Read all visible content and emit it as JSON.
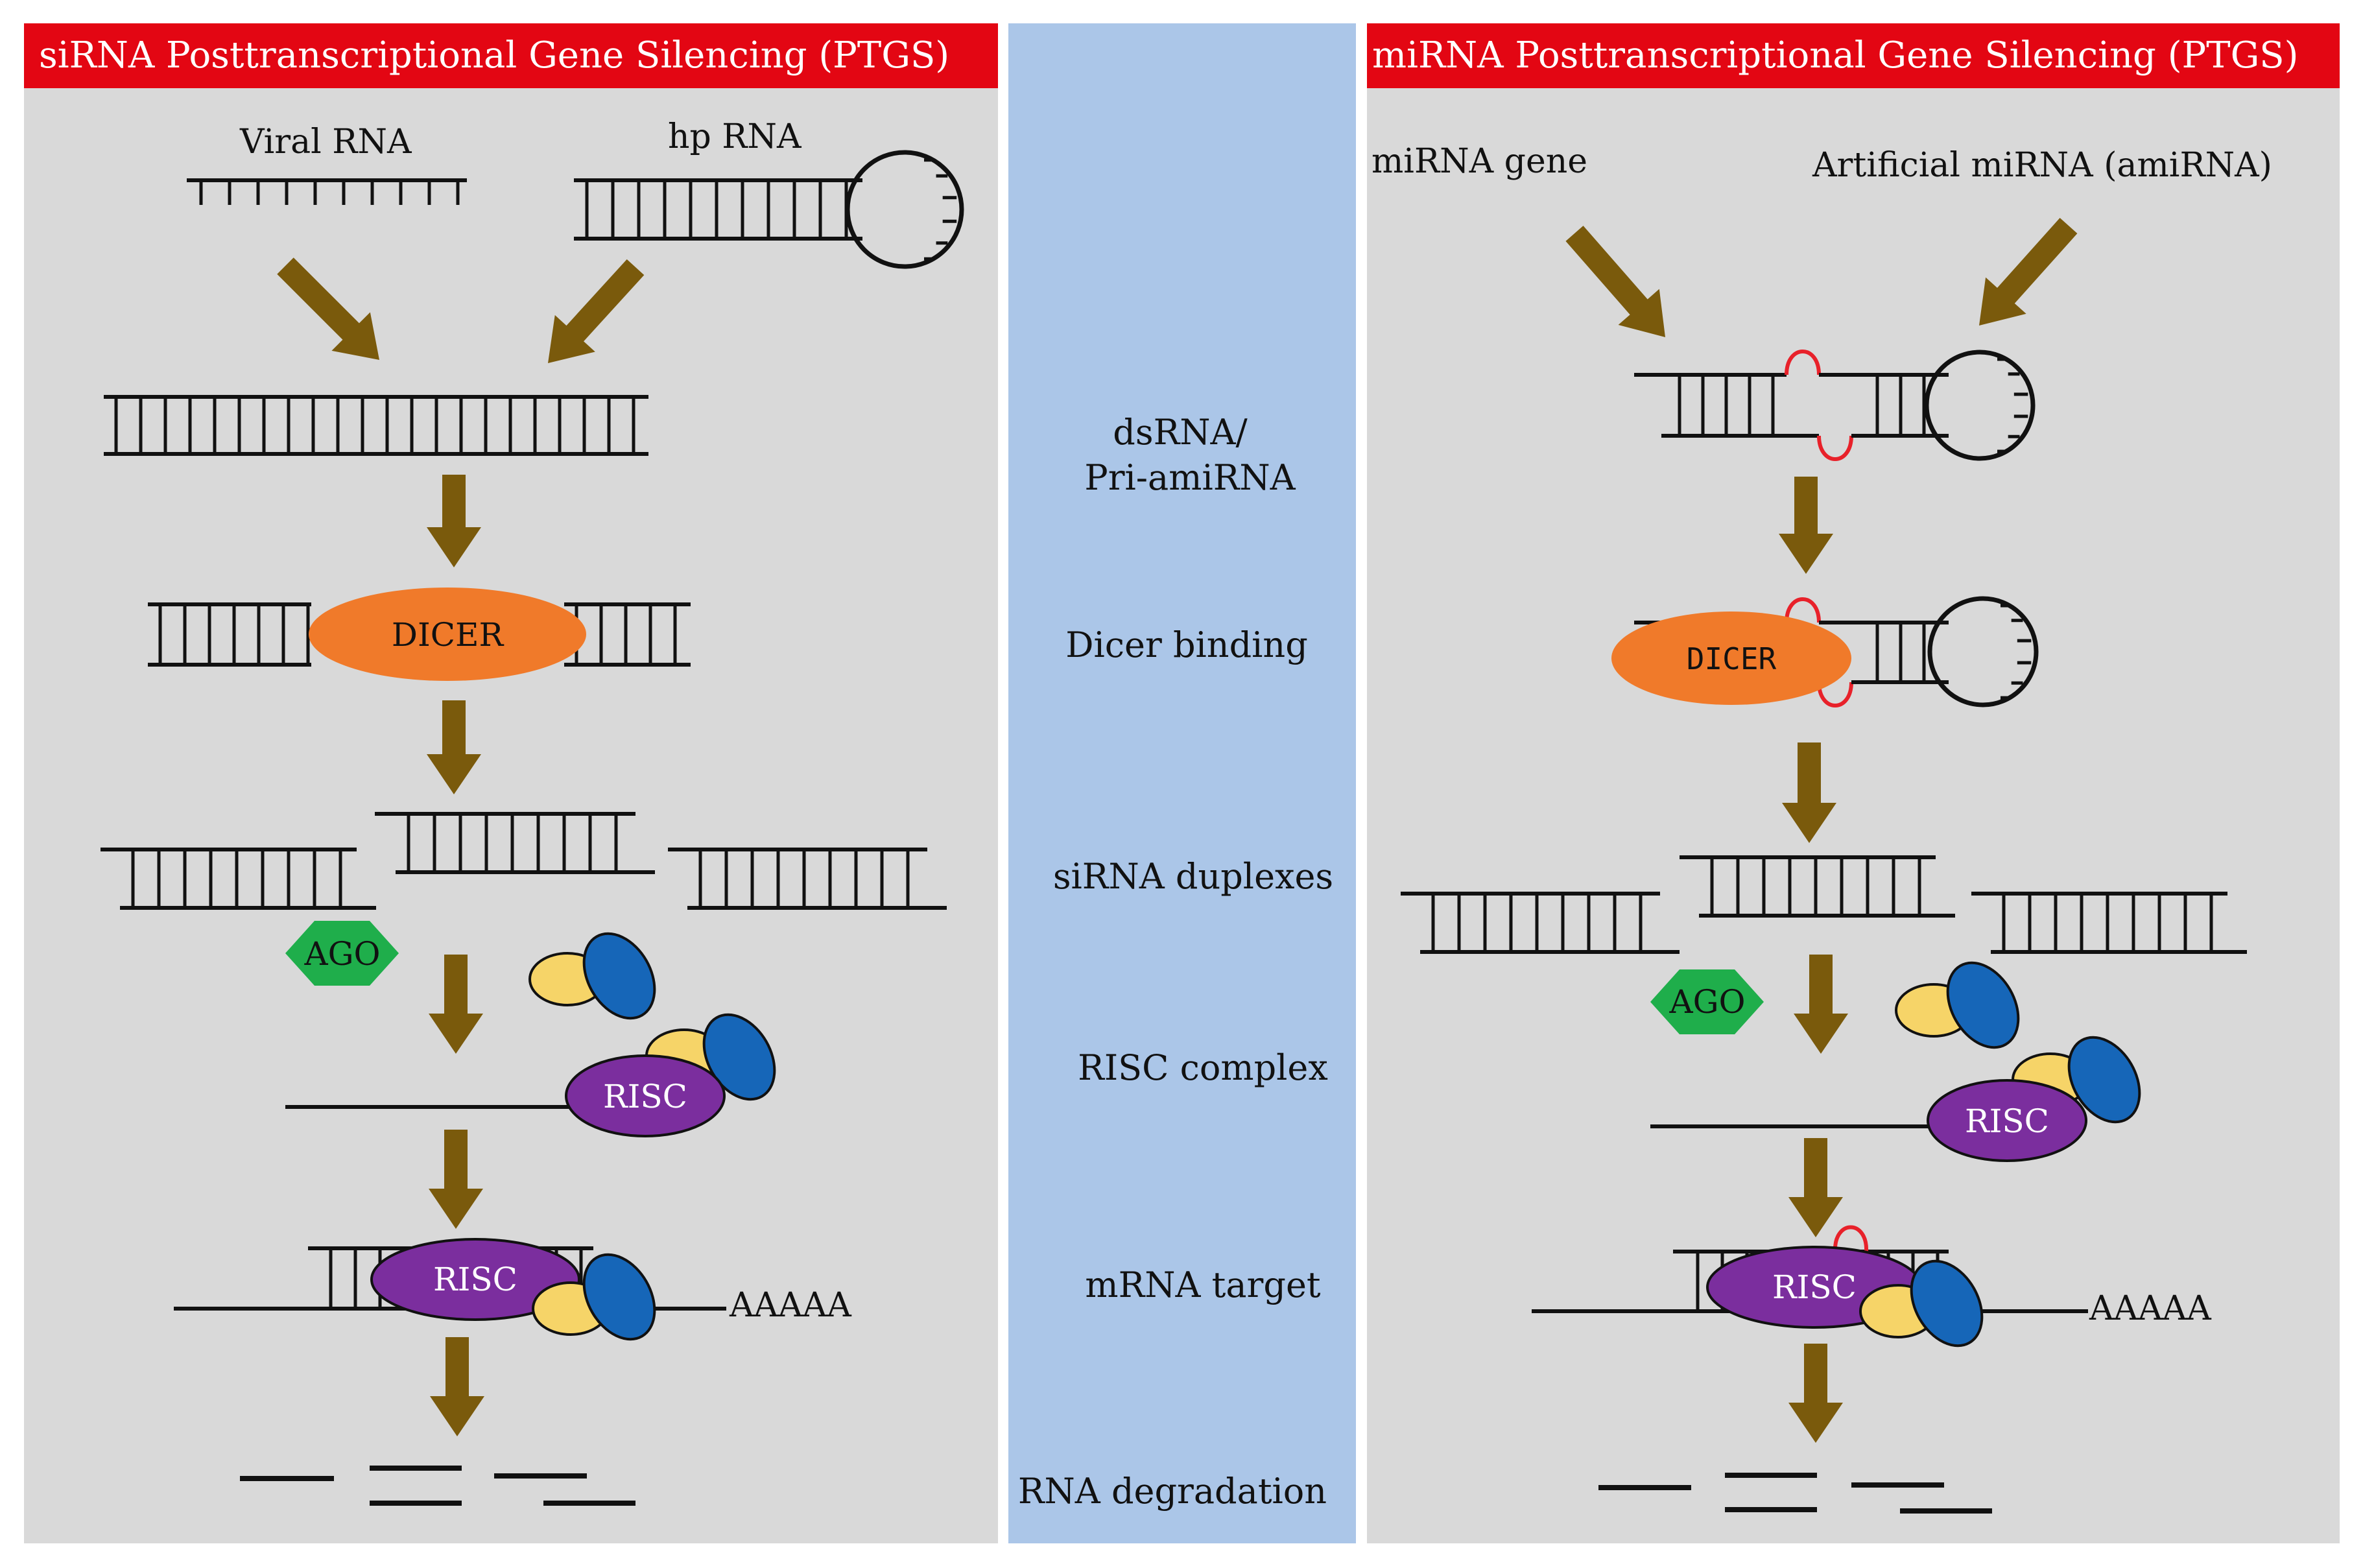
{
  "colors": {
    "panel_bg": "#d9d9d9",
    "center_bg": "#abc6e8",
    "header_red": "#e30613",
    "arrow_brown": "#7a5a0c",
    "dicer_orange": "#f07a2a",
    "ago_green": "#1fae4b",
    "risc_purple": "#7b2e9e",
    "protein_yellow": "#f6d468",
    "protein_blue": "#1666b8",
    "bulge_red": "#e8212a"
  },
  "left_panel": {
    "title": "siRNA Posttranscriptional Gene Silencing (PTGS)",
    "viral_rna_label": "Viral RNA",
    "hp_rna_label": "hp RNA",
    "dicer_label": "DICER",
    "ago_label": "AGO",
    "risc_label_1": "RISC",
    "risc_label_2": "RISC",
    "poly_a_label": "AAAAA"
  },
  "right_panel": {
    "title": "miRNA Posttranscriptional Gene Silencing (PTGS)",
    "mirna_gene_label": "miRNA gene",
    "amirna_label": "Artificial miRNA (amiRNA)",
    "dicer_label": "DICER",
    "ago_label": "AGO",
    "risc_label_1": "RISC",
    "risc_label_2": "RISC",
    "poly_a_label": "AAAAA"
  },
  "stages": {
    "s1_line1": "dsRNA/",
    "s1_line2": "Pri-amiRNA",
    "s2": "Dicer binding",
    "s3": "siRNA duplexes",
    "s4": "RISC complex",
    "s5": "mRNA target",
    "s6": "RNA degradation"
  }
}
